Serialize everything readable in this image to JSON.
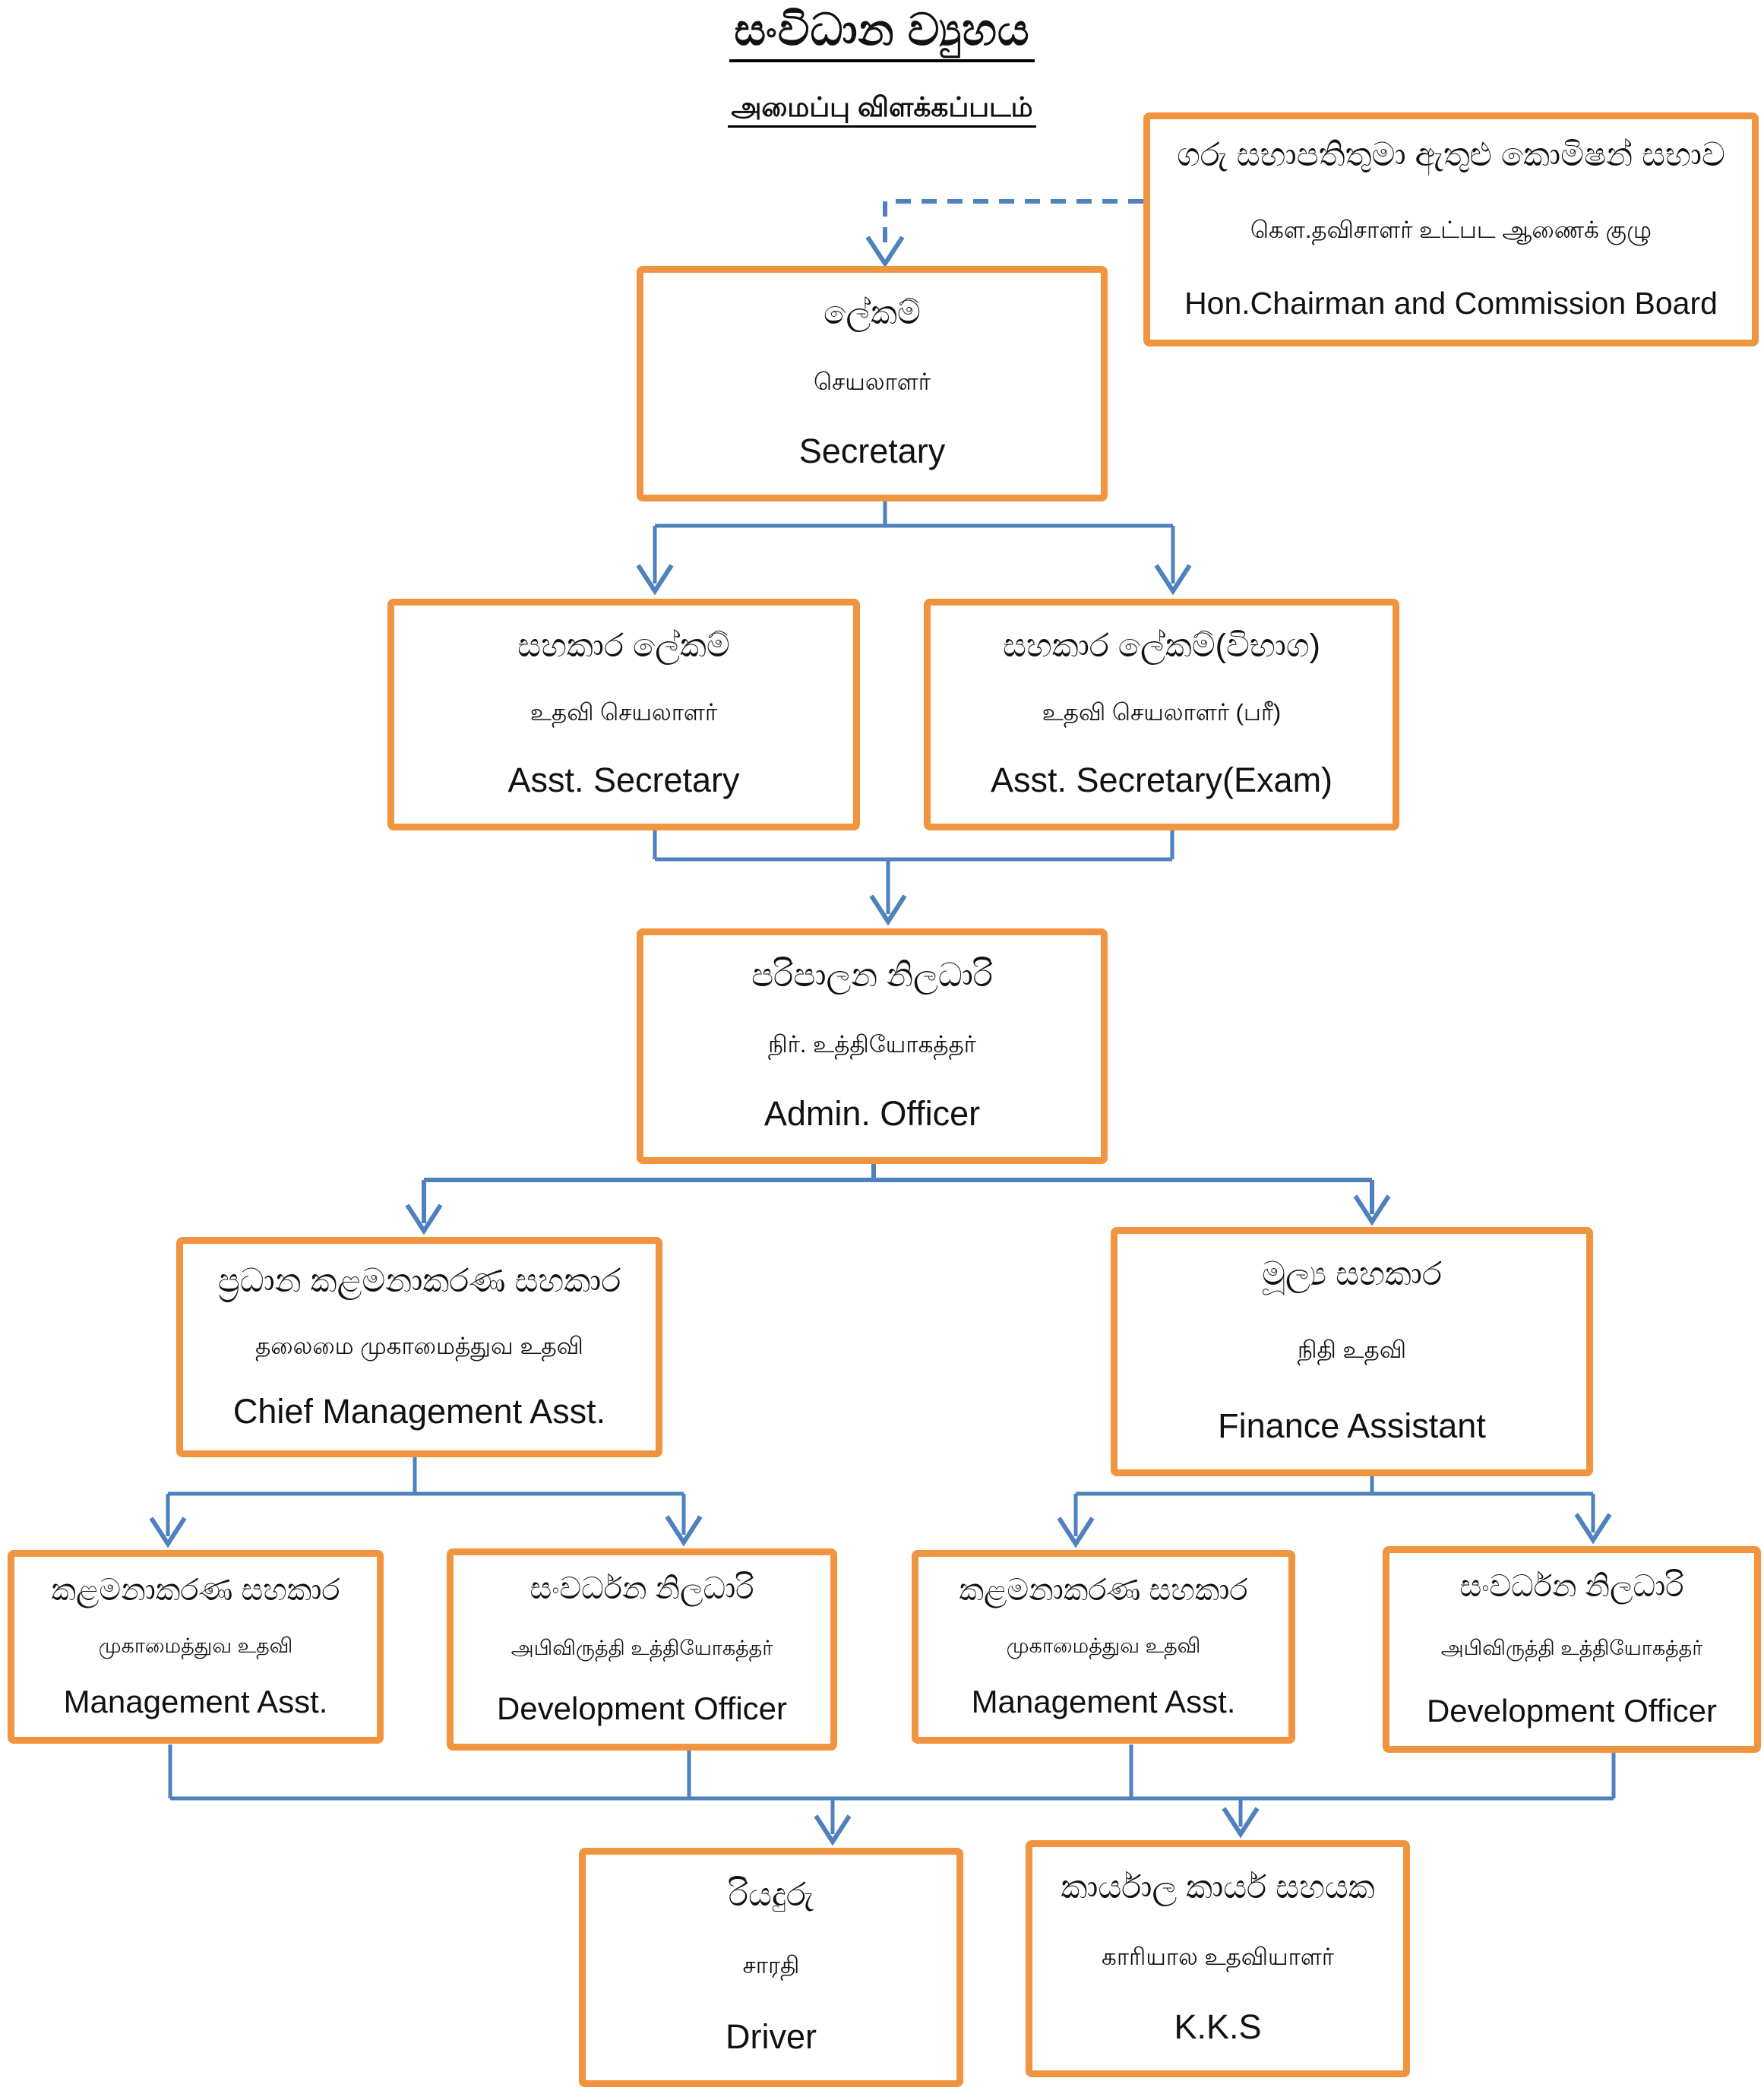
{
  "page": {
    "title_sinhala": "සංවිධාන ව්‍යුහය",
    "title_tamil": "அமைப்பு விளக்கப்படம்"
  },
  "colors": {
    "box_border": "#F0943F",
    "connector_blue": "#4E81BD",
    "text": "#111111",
    "background": "#FFFFFF"
  },
  "nodes": [
    {
      "id": "commission",
      "si": "ගරු සභාපතිතුමා ඇතුළු කොමිෂන් සභාව",
      "ta": "கௌ.தவிசாளர் உட்பட ஆணைக் குழு",
      "en": "Hon.Chairman and Commission Board"
    },
    {
      "id": "secretary",
      "si": "ලේකම්",
      "ta": "செயலாளர்",
      "en": "Secretary"
    },
    {
      "id": "asst_secretary",
      "si": "සහකාර ලේකම්",
      "ta": "உதவி செயலாளர்",
      "en": "Asst. Secretary"
    },
    {
      "id": "asst_secretary_exam",
      "si": "සහකාර ලේකම්(විභාග)",
      "ta": "உதவி செயலாளர் (பரீ)",
      "en": "Asst. Secretary(Exam)"
    },
    {
      "id": "admin_officer",
      "si": "පරිපාලන නිලධාරි",
      "ta": "நிர். உத்தியோகத்தர்",
      "en": "Admin. Officer"
    },
    {
      "id": "chief_mgmt_asst",
      "si": "ප්‍රධාන කළමනාකරණ සහකාර",
      "ta": "தலைமை முகாமைத்துவ உதவி",
      "en": "Chief Management Asst."
    },
    {
      "id": "finance_asst",
      "si": "මූල්‍ය සහකාර",
      "ta": "நிதி உதவி",
      "en": "Finance Assistant"
    },
    {
      "id": "mgmt_asst_left",
      "si": "කළමනාකරණ සහකාර",
      "ta": "முகாமைத்துவ உதவி",
      "en": "Management Asst."
    },
    {
      "id": "dev_officer_left",
      "si": "සංවර්ධන නිලධාරි",
      "ta": "அபிவிருத்தி உத்தியோகத்தர்",
      "en": "Development Officer"
    },
    {
      "id": "mgmt_asst_right",
      "si": "කළමනාකරණ සහකාර",
      "ta": "முகாமைத்துவ உதவி",
      "en": "Management Asst."
    },
    {
      "id": "dev_officer_right",
      "si": "සංවර්ධන නිලධාරි",
      "ta": "அபிவிருத்தி உத்தியோகத்தர்",
      "en": "Development Officer"
    },
    {
      "id": "driver",
      "si": "රියදුරු",
      "ta": "சாரதி",
      "en": "Driver"
    },
    {
      "id": "kks",
      "si": "කාර්යාල කාර්ය සහයක",
      "ta": "காரியால உதவியாளர்",
      "en": "K.K.S"
    }
  ]
}
